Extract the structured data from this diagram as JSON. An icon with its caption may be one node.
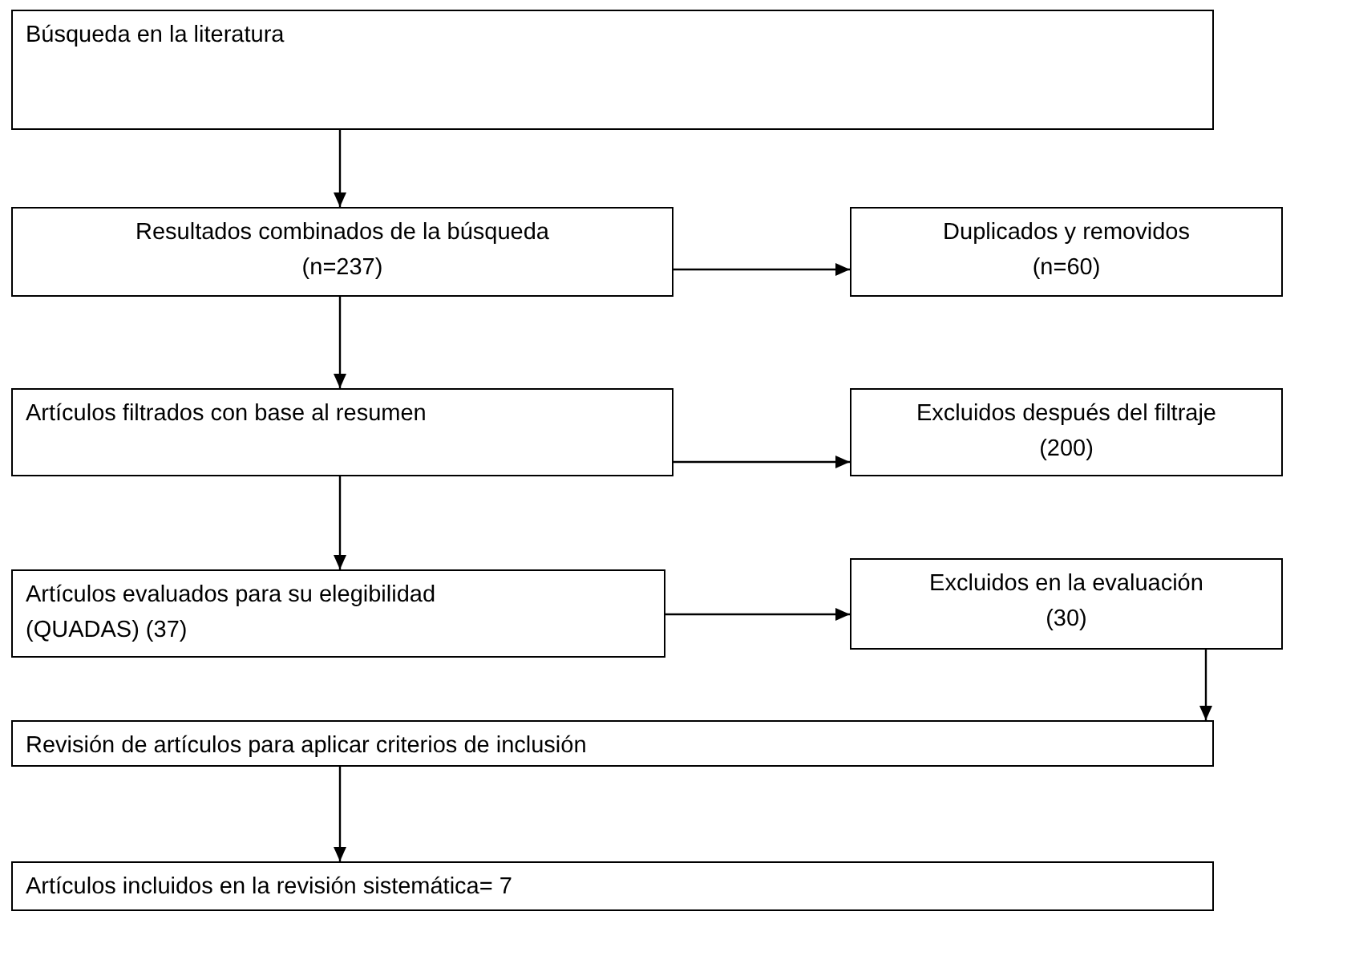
{
  "diagram": {
    "nodes": [
      {
        "text": [
          "Búsqueda en la literatura"
        ]
      },
      {
        "text": [
          "Resultados combinados de la búsqueda",
          "(n=237)"
        ]
      },
      {
        "text": [
          "Duplicados y removidos",
          "(n=60)"
        ]
      },
      {
        "text": [
          "Artículos filtrados con base al resumen"
        ]
      },
      {
        "text": [
          "Excluidos después del filtraje",
          "(200)"
        ]
      },
      {
        "text": [
          "Artículos evaluados para su elegibilidad (QUADAS)  (37)"
        ]
      },
      {
        "text": [
          "Excluidos en la evaluación",
          "(30)"
        ]
      },
      {
        "text": [
          "Revisión de artículos para aplicar criterios de inclusión"
        ]
      },
      {
        "text": [
          "Artículos incluidos en la revisión sistemática= 7"
        ]
      }
    ],
    "edges": [
      {
        "from": 0,
        "to": 1,
        "arrow": "to"
      },
      {
        "from": 1,
        "to": 2,
        "arrow": "to"
      },
      {
        "from": 1,
        "to": 3,
        "arrow": "to"
      },
      {
        "from": 3,
        "to": 4,
        "arrow": "to"
      },
      {
        "from": 3,
        "to": 5,
        "arrow": "to"
      },
      {
        "from": 5,
        "to": 6,
        "arrow": "to"
      },
      {
        "from": 6,
        "to": 7,
        "arrow": "to"
      },
      {
        "from": 7,
        "to": 8,
        "arrow": "to"
      }
    ]
  }
}
